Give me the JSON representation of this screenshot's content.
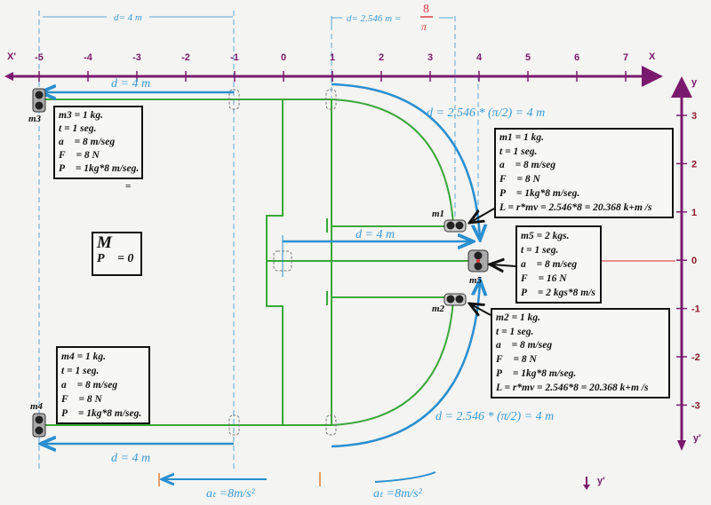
{
  "axes": {
    "x_label": "X",
    "x_neg_label": "X'",
    "y_label": "y",
    "y_neg_label": "y'",
    "x_ticks": [
      "-5",
      "-4",
      "-3",
      "-2",
      "-1",
      "0",
      "1",
      "2",
      "3",
      "4",
      "5",
      "6",
      "7"
    ],
    "y_ticks": [
      "3",
      "2",
      "1",
      "0",
      "-1",
      "-2",
      "-3"
    ]
  },
  "dimensions": {
    "top_left": "d= 4 m",
    "top_right": "d= 2.546 m =",
    "top_right_num": "8",
    "top_right_den": "π",
    "upper_arrow": "d = 4 m",
    "middle_arrow": "d = 4 m",
    "lower_arrow": "d = 4 m",
    "arc_upper": "d = 2.546 * (π/2) = 4 m",
    "arc_lower": "d = 2.546 * (π/2) = 4 m"
  },
  "masses": {
    "m1": "m1",
    "m2": "m2",
    "m3": "m3",
    "m4": "m4",
    "m5": "m5"
  },
  "boxes": {
    "m3": [
      "m3 = 1 kg.",
      "t = 1 seg.",
      "a⃗ = 8 m/seg",
      "F⃗ = 8 N",
      "P⃗ = 1kg*8 m/seg."
    ],
    "m4": [
      "m4 = 1 kg.",
      "t = 1 seg.",
      "a⃗ = 8 m/seg",
      "F⃗ = 8 N",
      "P⃗ = 1kg*8 m/seg."
    ],
    "m1": [
      "m1 = 1 kg.",
      "t = 1 seg.",
      "a⃗ = 8 m/seg",
      "F⃗ = 8 N",
      "P⃗ = 1kg*8 m/seg.",
      "L = r*mv = 2.546*8 = 20.368  k+m /s"
    ],
    "m5": [
      "m5 = 2 kgs.",
      "t = 1 seg.",
      "a⃗ = 8 m/seg",
      "F⃗ = 16 N",
      "P⃗ = 2 kgs*8 m/s"
    ],
    "m2": [
      "m2 = 1 kg.",
      "t = 1 seg.",
      "a⃗ = 8 m/seg",
      "F⃗ = 8 N",
      "P⃗ = 1kg*8 m/seg.",
      "L = r*mv = 2.546*8 = 20.368  k+m /s"
    ],
    "M": [
      "M",
      "P⃗ = 0"
    ]
  },
  "stray_equals": "=",
  "bottom": {
    "accel_left": "aₜ =8m/s²",
    "accel_right": "aₜ =8m/s²",
    "y_neg": "y'"
  },
  "colors": {
    "axis": "#7a1a6e",
    "green": "#3aa83a",
    "blue": "#2a8fd0",
    "red": "#d94040"
  }
}
